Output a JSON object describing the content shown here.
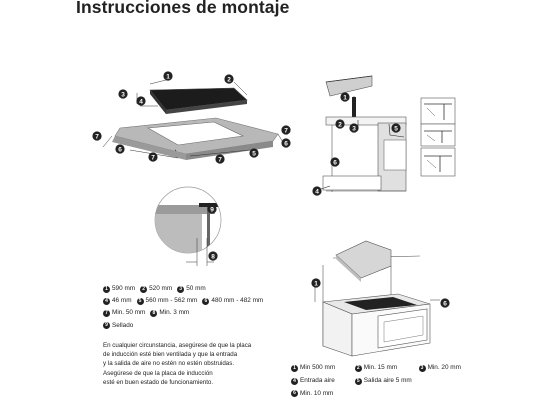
{
  "page": {
    "title": "Instrucciones de montaje"
  },
  "legend_left": [
    [
      {
        "n": "1",
        "t": "590 mm"
      },
      {
        "n": "2",
        "t": "520 mm"
      },
      {
        "n": "3",
        "t": "50 mm"
      }
    ],
    [
      {
        "n": "4",
        "t": "46 mm"
      },
      {
        "n": "5",
        "t": "560 mm - 562 mm"
      },
      {
        "n": "6",
        "t": "480 mm - 482 mm"
      }
    ],
    [
      {
        "n": "7",
        "t": "Min. 50 mm"
      },
      {
        "n": "8",
        "t": "Min. 3 mm"
      }
    ],
    [
      {
        "n": "9",
        "t": "Sellado"
      }
    ]
  ],
  "note": {
    "lines": [
      "En cualquier circunstancia, asegúrese de que la placa",
      "de inducción esté bien ventilada y que la entrada",
      "y la salida de aire no estén no estén obstruidas.",
      "Asegúrese de que la placa de inducción",
      "esté en buen estado de funcionamiento."
    ]
  },
  "legend_right": [
    [
      {
        "n": "1",
        "t": "Min 500 mm"
      },
      {
        "n": "2",
        "t": "Min. 15 mm"
      },
      {
        "n": "3",
        "t": "Min. 20 mm"
      }
    ],
    [
      {
        "n": "4",
        "t": "Entrada aire"
      },
      {
        "n": "5",
        "t": "Salida aire 5 mm"
      }
    ],
    [
      {
        "n": "6",
        "t": "Min. 10 mm"
      }
    ]
  ]
}
